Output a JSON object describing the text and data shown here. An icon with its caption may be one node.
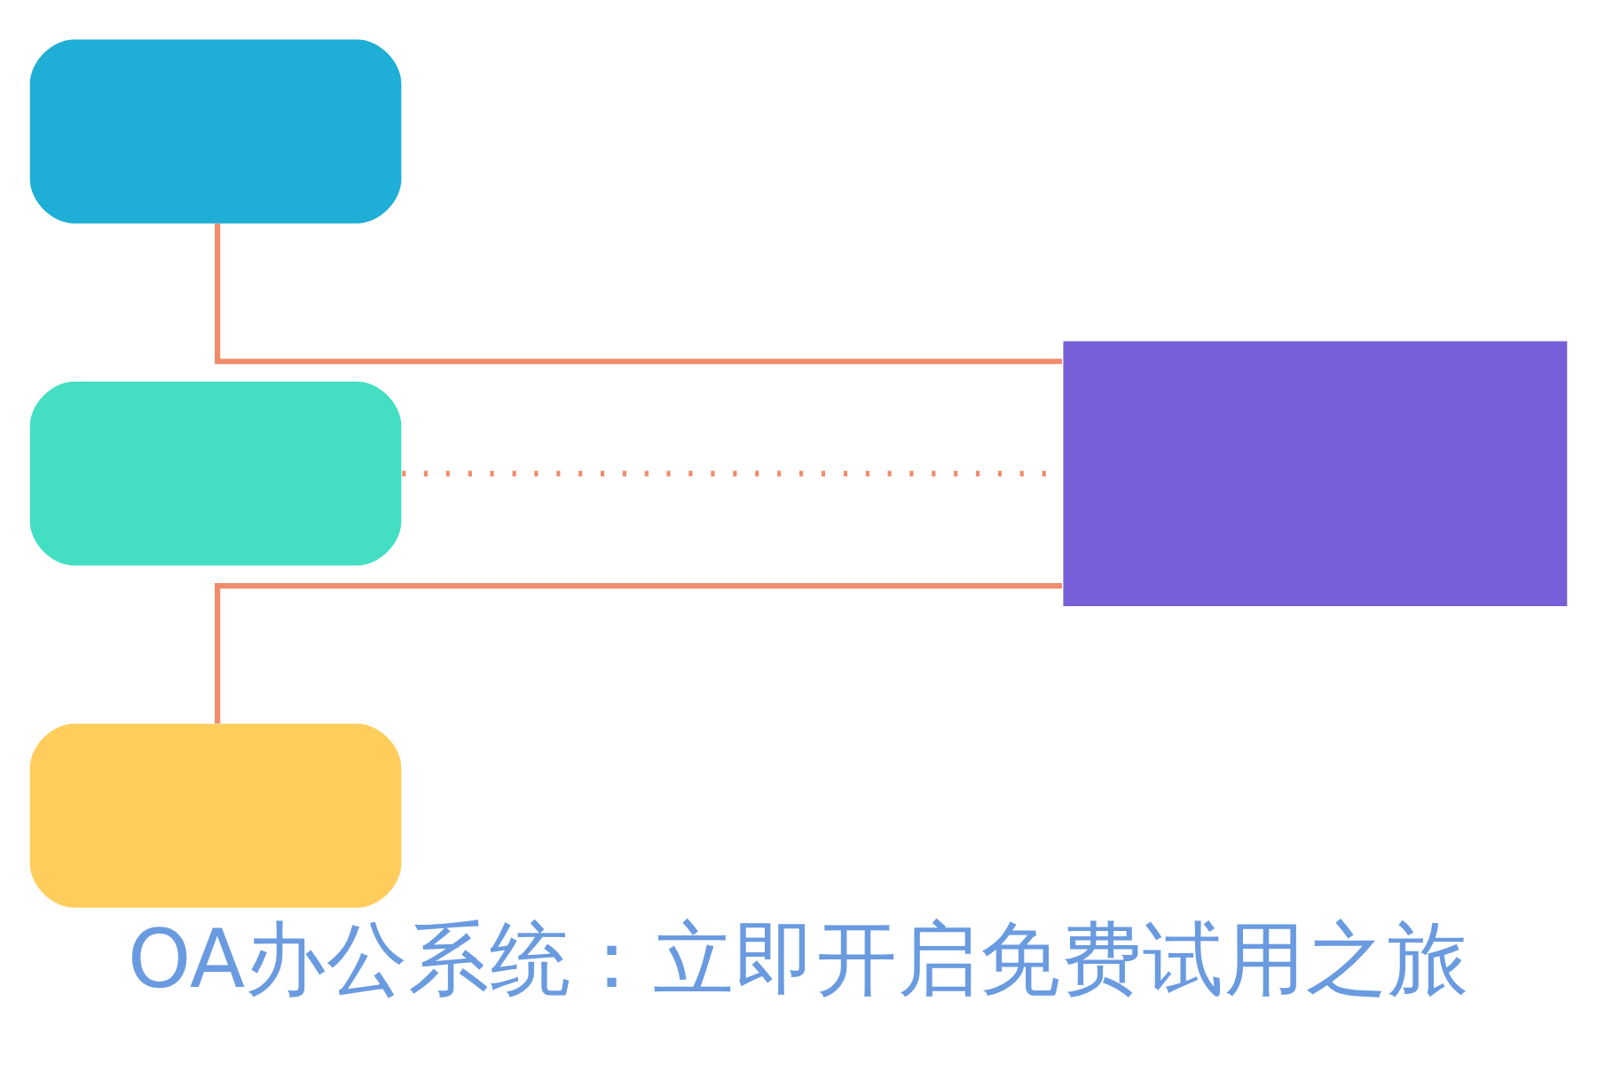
{
  "diagram": {
    "caption": "OA办公系统：立即开启免费试用之旅",
    "nodes": [
      {
        "text": [],
        "shape": "box"
      },
      {
        "text": [],
        "shape": "box"
      },
      {
        "text": [],
        "shape": "box"
      },
      {
        "text": [],
        "shape": "box"
      }
    ],
    "edges": [
      {
        "from": 0,
        "to": 3,
        "arrow": "none"
      },
      {
        "from": 1,
        "to": 3,
        "arrow": "none",
        "style": "dashed"
      },
      {
        "from": 2,
        "to": 3,
        "arrow": "none"
      }
    ]
  }
}
